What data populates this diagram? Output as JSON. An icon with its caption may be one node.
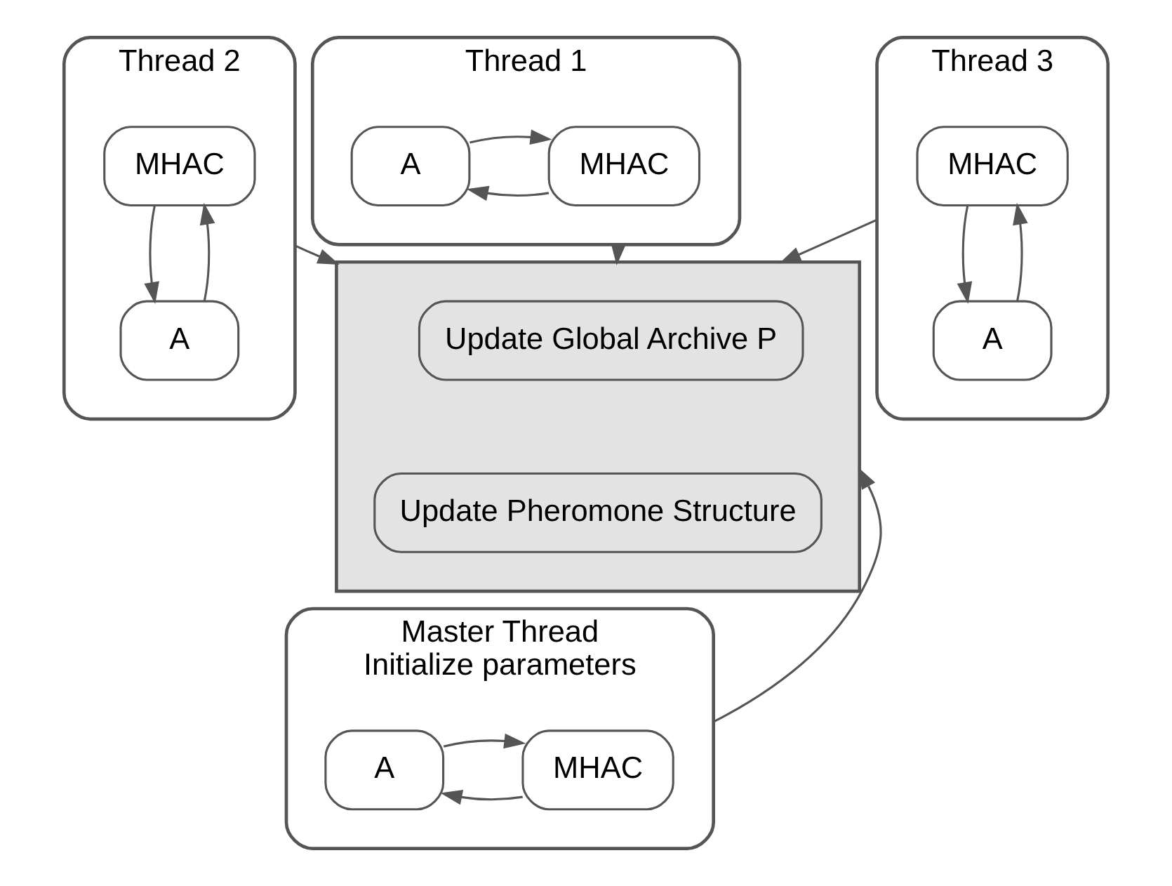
{
  "diagram": {
    "nodes": [
      {
        "text": [
          "Thread 1"
        ]
      },
      {
        "text": [
          "MHAC"
        ],
        "in": 0
      },
      {
        "text": [
          "A"
        ],
        "in": 0
      },
      {
        "text": [
          "Thread 2"
        ]
      },
      {
        "text": [
          "MHAC"
        ],
        "in": 3
      },
      {
        "text": [
          "A"
        ],
        "in": 3
      },
      {
        "text": [],
        "shape": "box"
      },
      {
        "text": [
          "Update Global Archive P"
        ],
        "in": 6
      },
      {
        "text": [
          "Update Pheromone Structure"
        ],
        "in": 6
      },
      {
        "text": [
          "Thread 3"
        ]
      },
      {
        "text": [
          "MHAC"
        ],
        "in": 9
      },
      {
        "text": [
          "A"
        ],
        "in": 9
      },
      {
        "text": [
          "Master Thread",
          "Initialize parameters"
        ]
      },
      {
        "text": [
          "MHAC"
        ],
        "in": 12
      },
      {
        "text": [
          "A"
        ],
        "in": 12
      }
    ],
    "edges": [
      {
        "from": 1,
        "to": 2,
        "arrow": "to"
      },
      {
        "from": 2,
        "to": 1,
        "arrow": "to"
      },
      {
        "from": 0,
        "to": 6,
        "arrow": "to"
      },
      {
        "from": 4,
        "to": 5,
        "arrow": "to"
      },
      {
        "from": 5,
        "to": 4,
        "arrow": "to"
      },
      {
        "from": 3,
        "to": 6,
        "arrow": "to"
      },
      {
        "from": 10,
        "to": 11,
        "arrow": "to"
      },
      {
        "from": 11,
        "to": 10,
        "arrow": "to"
      },
      {
        "from": 9,
        "to": 6,
        "arrow": "to"
      },
      {
        "from": 12,
        "to": 6,
        "arrow": "to"
      },
      {
        "from": 13,
        "to": 14,
        "arrow": "to"
      },
      {
        "from": 14,
        "to": 13,
        "arrow": "to"
      }
    ]
  }
}
